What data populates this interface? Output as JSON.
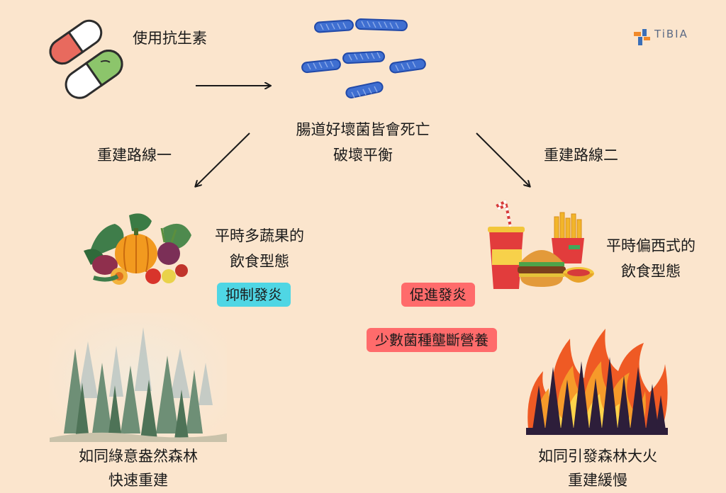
{
  "brand": {
    "name": "TiBIA"
  },
  "step_antibiotics": "使用抗生素",
  "center_result": {
    "line1": "腸道好壞菌皆會死亡",
    "line2": "破壞平衡"
  },
  "route_one": {
    "label": "重建路線一",
    "diet": {
      "line1": "平時多蔬果的",
      "line2": "飲食型態"
    },
    "tag": "抑制發炎",
    "outcome": {
      "line1": "如同綠意盎然森林",
      "line2": "快速重建"
    }
  },
  "route_two": {
    "label": "重建路線二",
    "diet": {
      "line1": "平時偏西式的",
      "line2": "飲食型態"
    },
    "tags": [
      "促進發炎",
      "少數菌種壟斷營養"
    ],
    "outcome": {
      "line1": "如同引發森林大火",
      "line2": "重建緩慢"
    }
  },
  "colors": {
    "background": "#fbe5cd",
    "cyan_tag": "#4fd6e4",
    "red_tag": "#ff6b6b",
    "bacteria": "#3f6fd1"
  },
  "icons": [
    "capsule-pills-icon",
    "bacteria-icon",
    "vegetables-icon",
    "fast-food-icon",
    "green-forest-icon",
    "forest-fire-icon",
    "tibia-logo-icon"
  ]
}
